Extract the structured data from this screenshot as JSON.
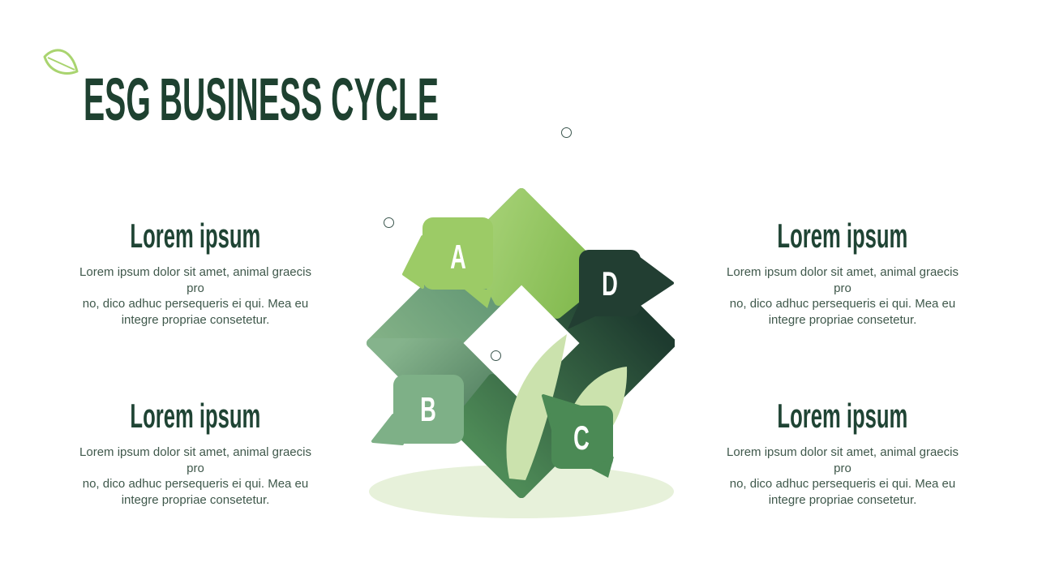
{
  "slide": {
    "title": "ESG BUSINESS CYCLE"
  },
  "theme": {
    "title_color": "#1e4130",
    "heading_color": "#1f4434",
    "body_color": "#3f584b",
    "arrow_a_color": "#9ccb66",
    "arrow_b_color": "#7eb087",
    "arrow_c_color": "#4b8a55",
    "arrow_d_color": "#223e32",
    "leaf_outline_color": "#a9d46f",
    "sprout_color": "#cbe2ad",
    "ground_shadow_color": "#e7f1da"
  },
  "blocks": {
    "top_left": {
      "heading": "Lorem ipsum",
      "body": "Lorem ipsum dolor sit amet, animal graecis pro\nno, dico adhuc persequeris ei qui. Mea eu\nintegre propriae consetetur."
    },
    "bottom_left": {
      "heading": "Lorem ipsum",
      "body": "Lorem ipsum dolor sit amet, animal graecis pro\nno, dico adhuc persequeris ei qui. Mea eu\nintegre propriae consetetur."
    },
    "top_right": {
      "heading": "Lorem ipsum",
      "body": "Lorem ipsum dolor sit amet, animal graecis pro\nno, dico adhuc persequeris ei qui. Mea eu\nintegre propriae consetetur."
    },
    "bottom_right": {
      "heading": "Lorem ipsum",
      "body": "Lorem ipsum dolor sit amet, animal graecis pro\nno, dico adhuc persequeris ei qui. Mea eu\nintegre propriae consetetur."
    }
  },
  "diagram": {
    "type": "cycle",
    "steps": [
      {
        "label": "A"
      },
      {
        "label": "B"
      },
      {
        "label": "C"
      },
      {
        "label": "D"
      }
    ]
  }
}
